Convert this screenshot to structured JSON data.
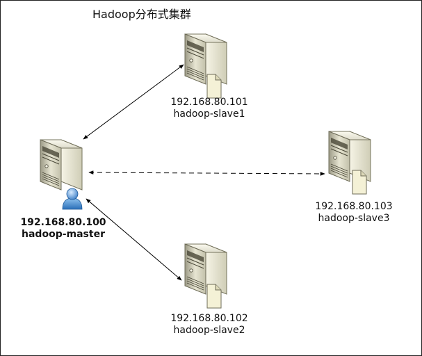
{
  "title": "Hadoop分布式集群",
  "nodes": {
    "master": {
      "ip": "192.168.80.100",
      "name": "hadoop-master"
    },
    "slave1": {
      "ip": "192.168.80.101",
      "name": "hadoop-slave1"
    },
    "slave2": {
      "ip": "192.168.80.102",
      "name": "hadoop-slave2"
    },
    "slave3": {
      "ip": "192.168.80.103",
      "name": "hadoop-slave3"
    }
  },
  "connections": [
    {
      "from": "master",
      "to": "slave1",
      "style": "solid"
    },
    {
      "from": "master",
      "to": "slave2",
      "style": "solid"
    },
    {
      "from": "master",
      "to": "slave3",
      "style": "dashed"
    }
  ]
}
